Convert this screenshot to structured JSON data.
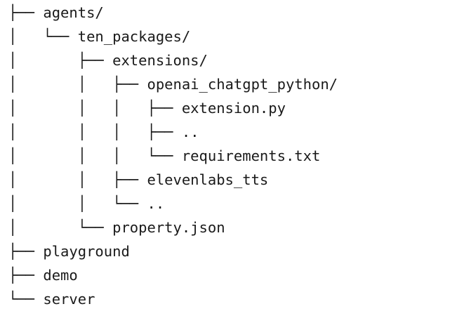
{
  "colors": {
    "background": "#ffffff",
    "text": "#1a1a1a"
  },
  "tree": {
    "lines": [
      "├── agents/",
      "│   └── ten_packages/",
      "│       ├── extensions/",
      "│       │   ├── openai_chatgpt_python/",
      "│       │   │   ├── extension.py",
      "│       │   │   ├── ..",
      "│       │   │   └── requirements.txt",
      "│       │   ├── elevenlabs_tts",
      "│       │   └── ..",
      "│       └── property.json",
      "├── playground",
      "├── demo",
      "└── server"
    ]
  }
}
